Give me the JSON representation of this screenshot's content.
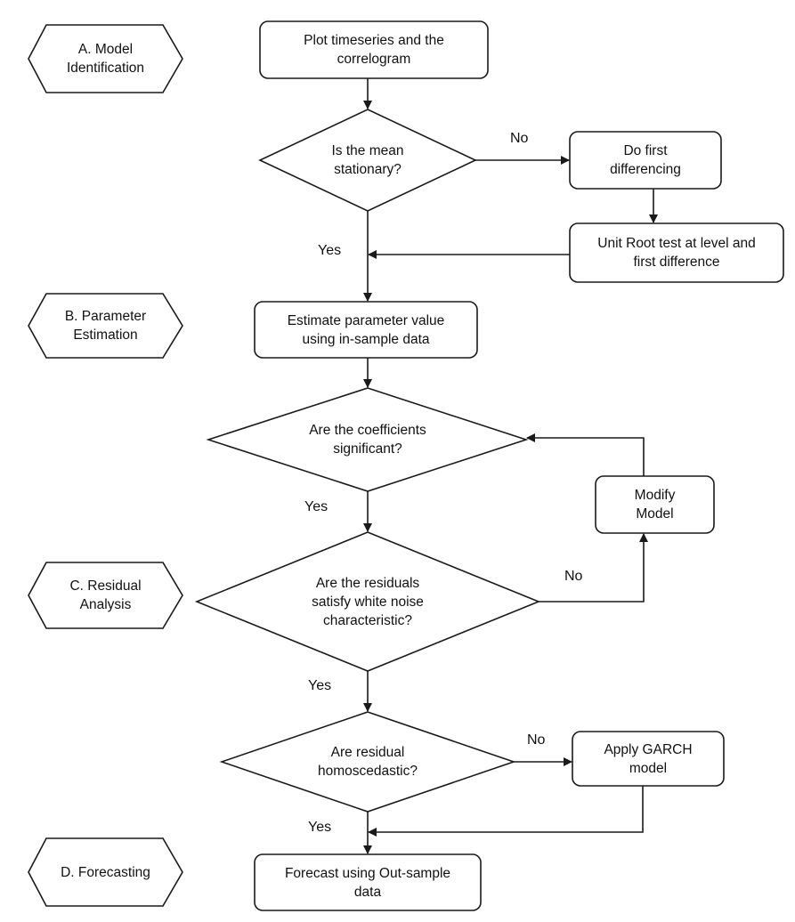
{
  "stages": {
    "a": "A. Model\nIdentification",
    "b": "B. Parameter\nEstimation",
    "c": "C. Residual\nAnalysis",
    "d": "D. Forecasting"
  },
  "steps": {
    "plot": "Plot timeseries and the\ncorrelogram",
    "first_diff": "Do first\ndifferencing",
    "unit_root": "Unit Root test at level and\nfirst difference",
    "estimate": "Estimate parameter value\nusing in-sample data",
    "modify": "Modify\nModel",
    "garch": "Apply GARCH\nmodel",
    "forecast": "Forecast using Out-sample\ndata"
  },
  "decisions": {
    "mean_stationary": "Is the mean\nstationary?",
    "coefficients": "Are the coefficients\nsignificant?",
    "white_noise": "Are the residuals\nsatisfy white noise\ncharacteristic?",
    "homoscedastic": "Are residual\nhomoscedastic?"
  },
  "edge_labels": {
    "no": "No",
    "yes": "Yes"
  }
}
